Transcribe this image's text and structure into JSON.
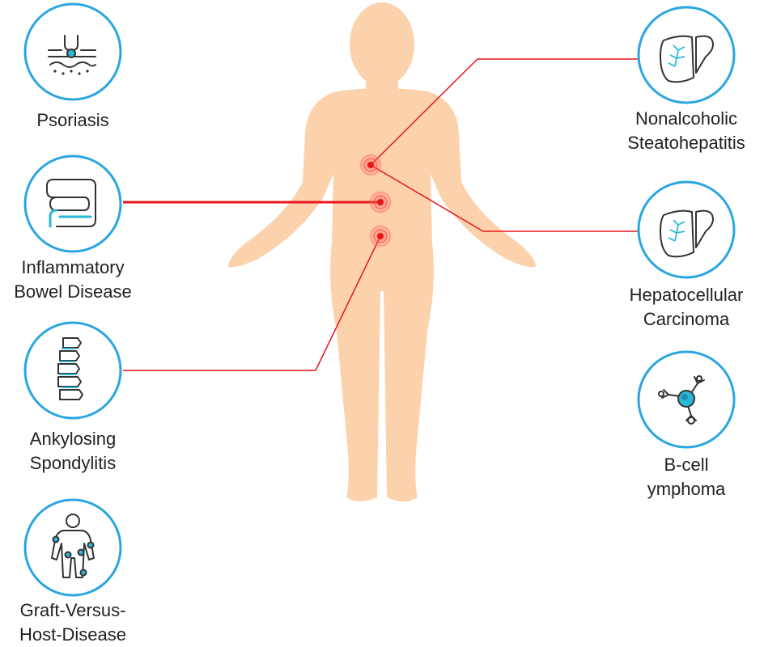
{
  "colors": {
    "circle_ring": "#2aa6e0",
    "icon_stroke": "#333333",
    "icon_accent": "#2bb8d8",
    "body_fill": "#fcd2ad",
    "connector": "#e8151b",
    "text": "#222222"
  },
  "diseases": {
    "psoriasis": {
      "line1": "Psoriasis",
      "line2": "",
      "icon": "skin-follicle-icon"
    },
    "ibd": {
      "line1": "Inflammatory",
      "line2": "Bowel Disease",
      "icon": "intestine-icon"
    },
    "as": {
      "line1": "Ankylosing",
      "line2": "Spondylitis",
      "icon": "spine-icon"
    },
    "gvhd": {
      "line1": "Graft-Versus-",
      "line2": "Host-Disease",
      "icon": "human-joints-icon"
    },
    "nash": {
      "line1": "Nonalcoholic",
      "line2": "Steatohepatitis",
      "icon": "liver-icon"
    },
    "hcc": {
      "line1": "Hepatocellular",
      "line2": "Carcinoma",
      "icon": "liver-icon"
    },
    "bcl": {
      "line1": "B-cell",
      "line2": "ymphoma",
      "icon": "b-cell-icon"
    }
  }
}
